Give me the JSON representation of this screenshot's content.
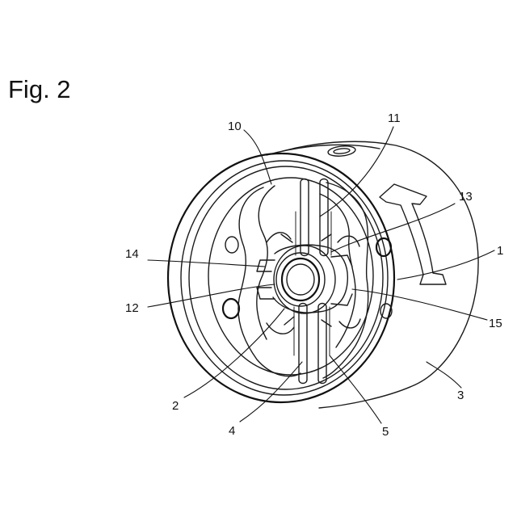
{
  "figure": {
    "title": "Fig. 2",
    "callouts": [
      "10",
      "11",
      "13",
      "14",
      "1",
      "12",
      "15",
      "2",
      "3",
      "4",
      "5"
    ]
  }
}
